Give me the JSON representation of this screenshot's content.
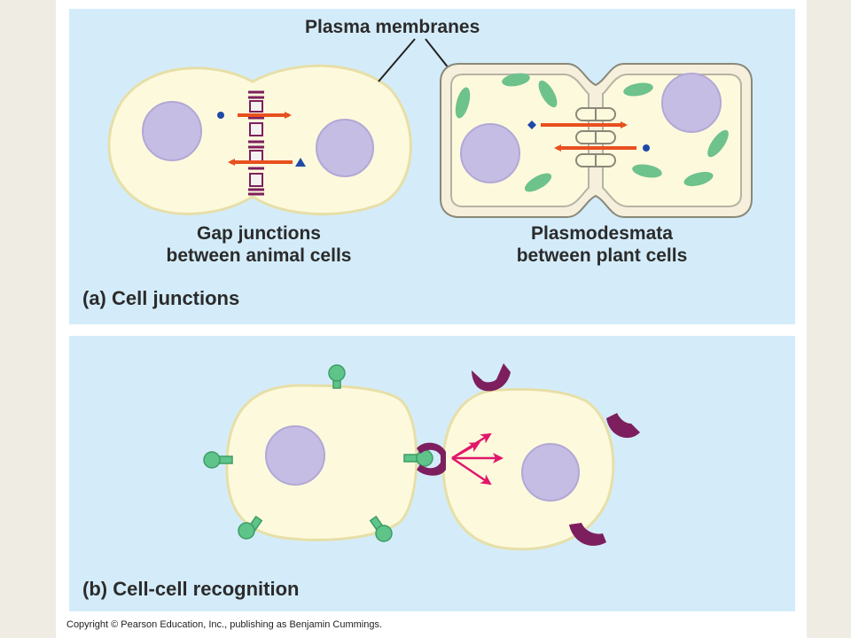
{
  "panel_a": {
    "title_label": "Plasma membranes",
    "left_label_line1": "Gap junctions",
    "left_label_line2": "between animal cells",
    "right_label_line1": "Plasmodesmata",
    "right_label_line2": "between plant cells",
    "caption": "(a) Cell junctions"
  },
  "panel_b": {
    "caption": "(b) Cell-cell recognition"
  },
  "footer": {
    "copyright": "Copyright © Pearson Education, Inc., publishing as Benjamin Cummings."
  },
  "colors": {
    "panel_bg": "#d4ecfa",
    "cell_fill": "#fdf9dc",
    "nucleus": "#c6bde4",
    "chloroplast": "#6ec28c",
    "arrow": "#e8501e",
    "gap_junction": "#7d1f5e",
    "signal_arrow": "#e0176a"
  }
}
